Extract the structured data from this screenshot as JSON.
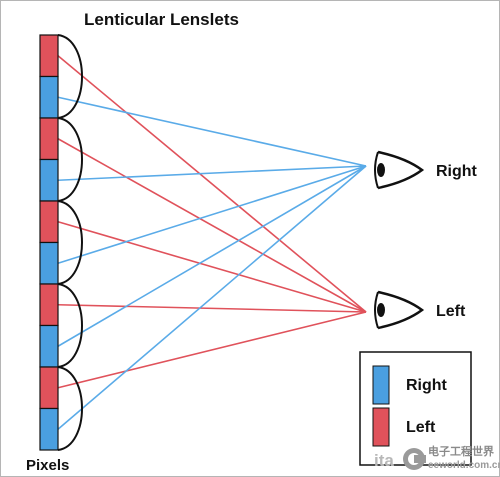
{
  "title": "Lenticular Lenslets",
  "pixels_label": "Pixels",
  "eyes": {
    "right": {
      "label": "Right"
    },
    "left": {
      "label": "Left"
    }
  },
  "legend": {
    "items": [
      {
        "label": "Right",
        "color": "#4a9fe0"
      },
      {
        "label": "Left",
        "color": "#e0525b"
      }
    ]
  },
  "colors": {
    "right_ray": "#5aabe8",
    "left_ray": "#e0525b",
    "right_pixel": "#4a9fe0",
    "left_pixel": "#e0525b",
    "lens_outline": "#111111"
  },
  "pixel_sequence": [
    "left",
    "right",
    "left",
    "right",
    "left",
    "right",
    "left",
    "right",
    "left",
    "right"
  ],
  "watermark": {
    "brand_cn": "电子工程世界",
    "site": "eeworld.com.cn",
    "prefix": "ita"
  }
}
